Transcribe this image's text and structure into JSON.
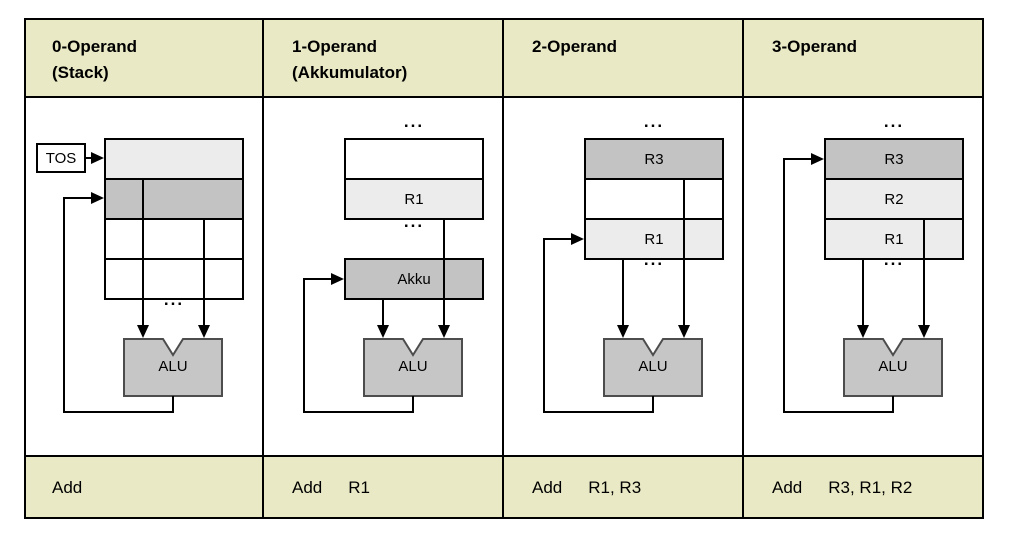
{
  "colors": {
    "panel_bg": "#e9e9c5",
    "cell_light": "#ececec",
    "cell_dark": "#c3c3c3",
    "alu_fill": "#c6c6c6",
    "line": "#000000"
  },
  "columns": [
    {
      "header_line1": "0-Operand",
      "header_line2": "(Stack)",
      "mnemonic": "Add",
      "operands": ""
    },
    {
      "header_line1": "1-Operand",
      "header_line2": "(Akkumulator)",
      "mnemonic": "Add",
      "operands": "R1"
    },
    {
      "header_line1": "2-Operand",
      "header_line2": "",
      "mnemonic": "Add",
      "operands": "R1, R3"
    },
    {
      "header_line1": "3-Operand",
      "header_line2": "",
      "mnemonic": "Add",
      "operands": "R3, R1, R2"
    }
  ],
  "labels": {
    "tos": "TOS",
    "alu": "ALU",
    "akku": "Akku",
    "ellipsis": "..."
  },
  "registers": {
    "col2": {
      "r1": "R1"
    },
    "col3": {
      "r3": "R3",
      "r1": "R1"
    },
    "col4": {
      "r3": "R3",
      "r2": "R2",
      "r1": "R1"
    }
  }
}
